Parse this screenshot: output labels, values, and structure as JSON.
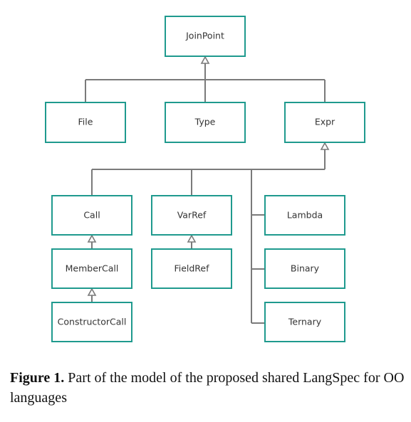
{
  "diagram": {
    "nodes": {
      "joinpoint": "JoinPoint",
      "file": "File",
      "type": "Type",
      "expr": "Expr",
      "call": "Call",
      "varref": "VarRef",
      "lambda": "Lambda",
      "membercall": "MemberCall",
      "fieldref": "FieldRef",
      "binary": "Binary",
      "constructorcall": "ConstructorCall",
      "ternary": "Ternary"
    },
    "colors": {
      "node_border": "#1f9a8e",
      "edge": "#7a7a7a",
      "text": "#333333"
    }
  },
  "caption": {
    "label": "Figure 1.",
    "text": "Part of the model of the proposed shared LangSpec for OO languages"
  }
}
